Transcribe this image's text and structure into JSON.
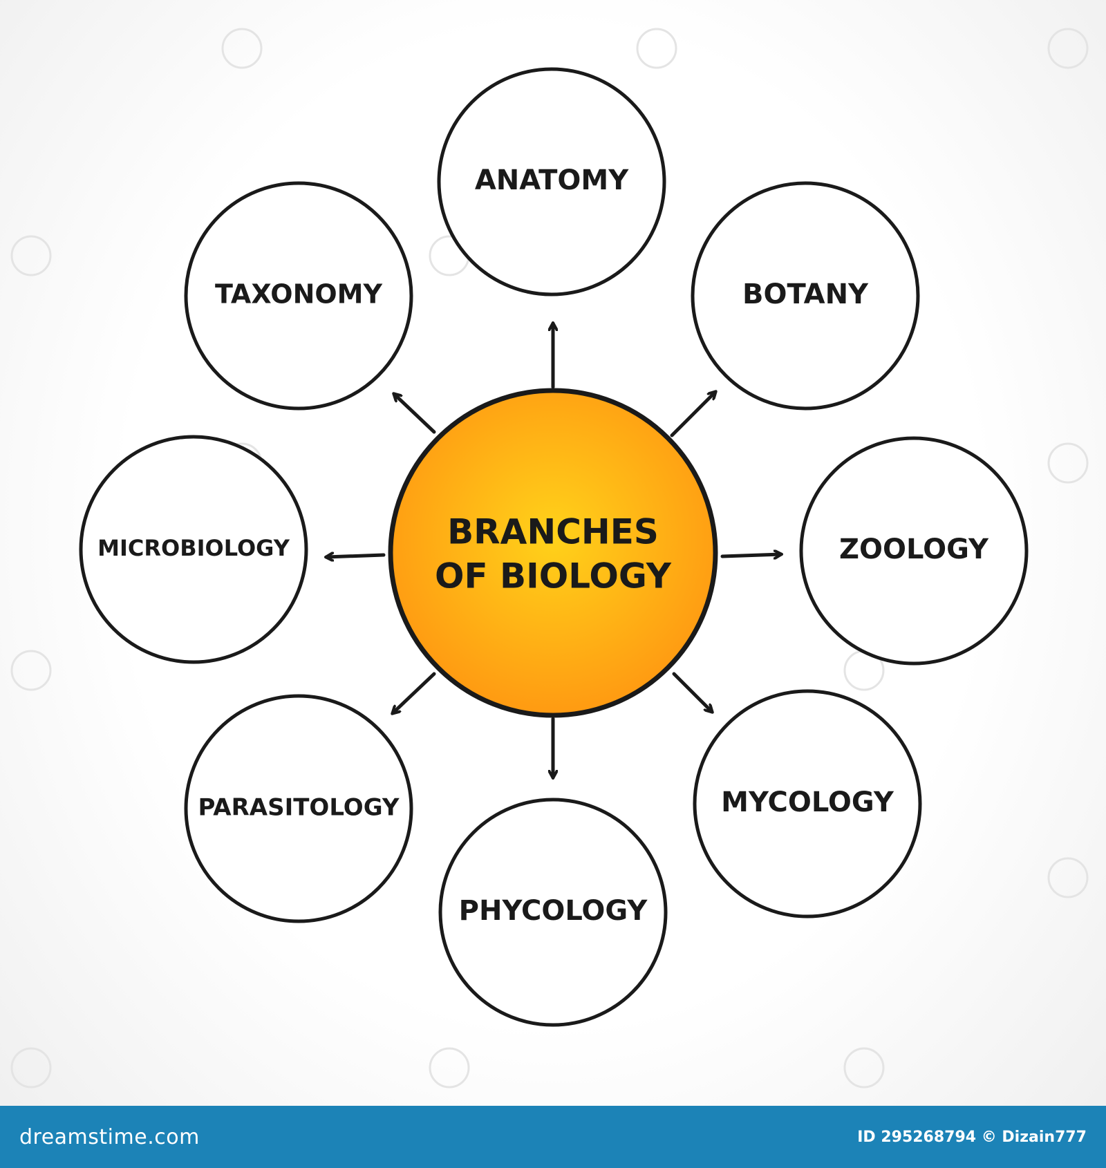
{
  "center": {
    "lines": [
      "BRANCHES",
      "OF BIOLOGY"
    ],
    "fill_inner": "#ffd21a",
    "fill_outer": "#ff9a12"
  },
  "branches": [
    {
      "label": "ANATOMY"
    },
    {
      "label": "BOTANY"
    },
    {
      "label": "ZOOLOGY"
    },
    {
      "label": "MYCOLOGY"
    },
    {
      "label": "PHYCOLOGY"
    },
    {
      "label": "PARASITOLOGY"
    },
    {
      "label": "MICROBIOLOGY"
    },
    {
      "label": "TAXONOMY"
    }
  ],
  "colors": {
    "stroke": "#1a1a1a",
    "footer": "#1c83b7"
  },
  "footer": {
    "logo": "dreamstime.com",
    "meta": "ID 295268794 © Dizain777"
  }
}
